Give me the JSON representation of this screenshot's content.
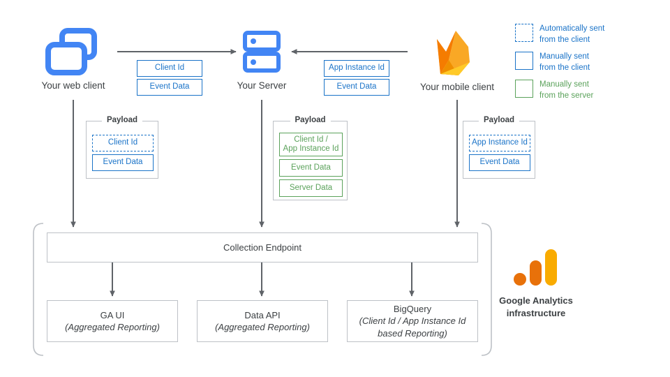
{
  "title": "Google Analytics data collection flow",
  "colors": {
    "blue": "#1a73c8",
    "green": "#5ba25b",
    "arrow_gray": "#5f6368",
    "box_border": "#bdc1c6",
    "icon_blue": "#4285f4",
    "firebase_orange": "#f57c00",
    "firebase_amber": "#ffc24a",
    "ga_orange": "#e8710a",
    "ga_amber": "#f9ab00"
  },
  "nodes": {
    "web_client": {
      "label": "Your web client",
      "icon": "web-client-icon"
    },
    "server": {
      "label": "Your Server",
      "icon": "server-icon"
    },
    "mobile_client": {
      "label": "Your mobile client",
      "icon": "firebase-icon"
    }
  },
  "transit_chips": {
    "web_to_server": [
      "Client Id",
      "Event Data"
    ],
    "mobile_to_server": [
      "App Instance Id",
      "Event Data"
    ]
  },
  "payloads": [
    {
      "id": "web-payload",
      "legend": "Payload",
      "items": [
        {
          "text": "Client Id",
          "style": "dashed-blue"
        },
        {
          "text": "Event Data",
          "style": "solid-blue"
        }
      ]
    },
    {
      "id": "server-payload",
      "legend": "Payload",
      "items": [
        {
          "text": "Client Id /\nApp Instance Id",
          "style": "solid-green"
        },
        {
          "text": "Event Data",
          "style": "solid-green"
        },
        {
          "text": "Server Data",
          "style": "solid-green"
        }
      ]
    },
    {
      "id": "mobile-payload",
      "legend": "Payload",
      "items": [
        {
          "text": "App Instance Id",
          "style": "dashed-blue"
        },
        {
          "text": "Event Data",
          "style": "solid-blue"
        }
      ]
    }
  ],
  "collection_endpoint": {
    "label": "Collection Endpoint"
  },
  "outputs": [
    {
      "title": "GA UI",
      "subtitle": "(Aggregated Reporting)"
    },
    {
      "title": "Data API",
      "subtitle": "(Aggregated Reporting)"
    },
    {
      "title": "BigQuery",
      "subtitle": "(Client Id / App Instance Id\nbased Reporting)"
    }
  ],
  "infrastructure": {
    "caption_line1": "Google Analytics",
    "caption_line2": "infrastructure",
    "icon": "google-analytics-icon"
  },
  "legend": [
    {
      "style": "dashed-blue",
      "line1": "Automatically sent",
      "line2": "from the client"
    },
    {
      "style": "solid-blue",
      "line1": "Manually sent",
      "line2": "from the client"
    },
    {
      "style": "solid-green",
      "line1": "Manually sent",
      "line2": "from the server"
    }
  ]
}
